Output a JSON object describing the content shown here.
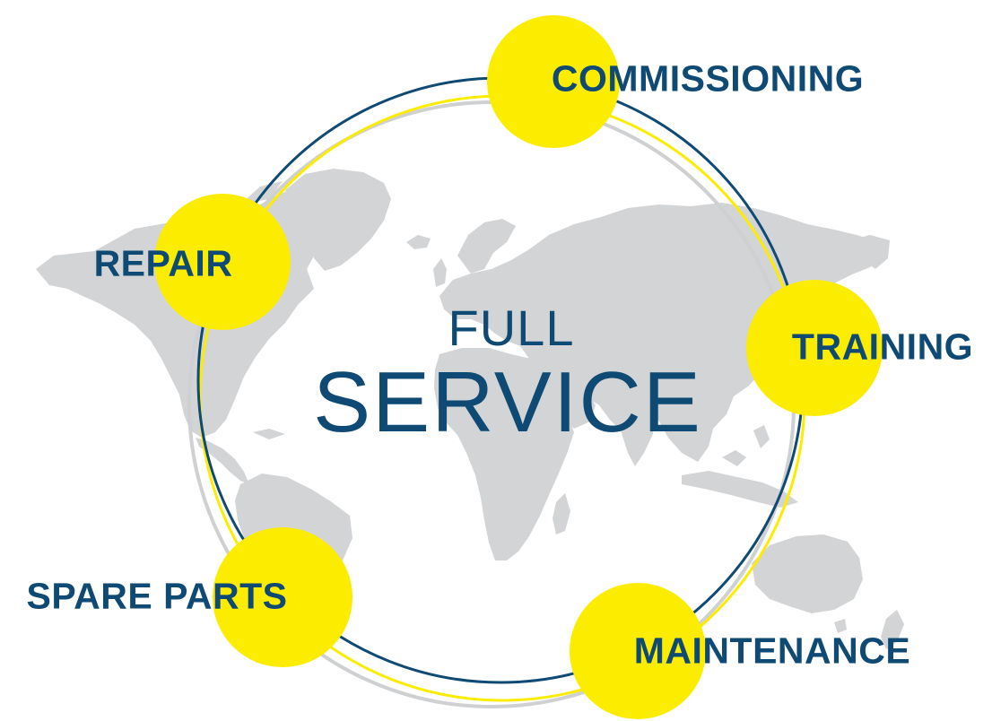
{
  "center": {
    "line1": "FULL",
    "line2": "SERVICE"
  },
  "nodes": [
    {
      "id": "commissioning",
      "label": "COMMISSIONING"
    },
    {
      "id": "repair",
      "label": "REPAIR"
    },
    {
      "id": "training",
      "label": "TRAINING"
    },
    {
      "id": "spare-parts",
      "label": "SPARE PARTS"
    },
    {
      "id": "maintenance",
      "label": "MAINTENANCE"
    }
  ],
  "colors": {
    "accent_yellow": "#fbec00",
    "text_blue": "#0e4a73",
    "ring_blue": "#0e4a73",
    "ring_gray": "#cfd0d2",
    "map_gray": "#d3d4d6"
  },
  "icons": {
    "background": "world-map-icon"
  }
}
